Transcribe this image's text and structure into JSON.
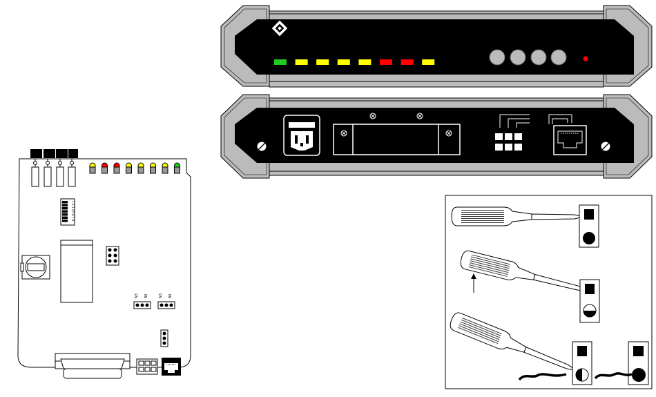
{
  "front_panel": {
    "logo_icon": "diamond-logo-icon",
    "leds": [
      "#22cc22",
      "#ffff00",
      "#ffff00",
      "#ffff00",
      "#ffff00",
      "#ff0000",
      "#ff0000",
      "#ffff00"
    ],
    "button_count": 4,
    "indicator_color": "#ff0000"
  },
  "rear_panel": {
    "connectors": [
      "power-inlet",
      "db25-serial-port",
      "jumper-block",
      "rj45-port"
    ]
  },
  "board": {
    "top_leds": [
      "#ffff00",
      "#ff0000",
      "#ff0000",
      "#ffff00",
      "#ffff00",
      "#ffff00",
      "#ffff00",
      "#22cc22"
    ],
    "jumper_labels": [
      "N3",
      "80",
      "N3",
      "80"
    ],
    "dip_numbers": "1 2 3 4 5 6 7 8"
  },
  "inset": {
    "steps": [
      "screwdriver-step-1",
      "screwdriver-step-2",
      "screwdriver-step-3"
    ]
  }
}
